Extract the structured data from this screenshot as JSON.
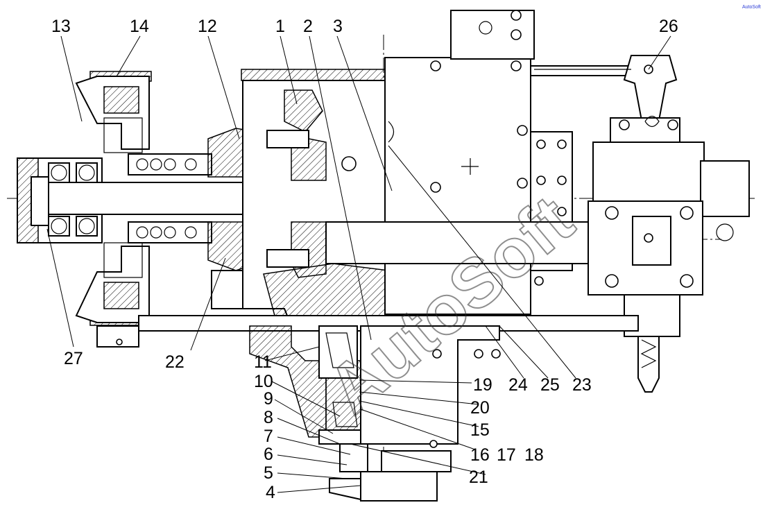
{
  "callouts": {
    "c1": "1",
    "c2": "2",
    "c3": "3",
    "c4": "4",
    "c5": "5",
    "c6": "6",
    "c7": "7",
    "c8": "8",
    "c9": "9",
    "c10": "10",
    "c11": "11",
    "c12": "12",
    "c13": "13",
    "c14": "14",
    "c15": "15",
    "c16": "16",
    "c17": "17",
    "c18": "18",
    "c19": "19",
    "c20": "20",
    "c21": "21",
    "c22": "22",
    "c23": "23",
    "c24": "24",
    "c25": "25",
    "c26": "26",
    "c27": "27"
  },
  "watermark": {
    "text": "AutoSoft",
    "corner_mark": "AutoSoft"
  }
}
